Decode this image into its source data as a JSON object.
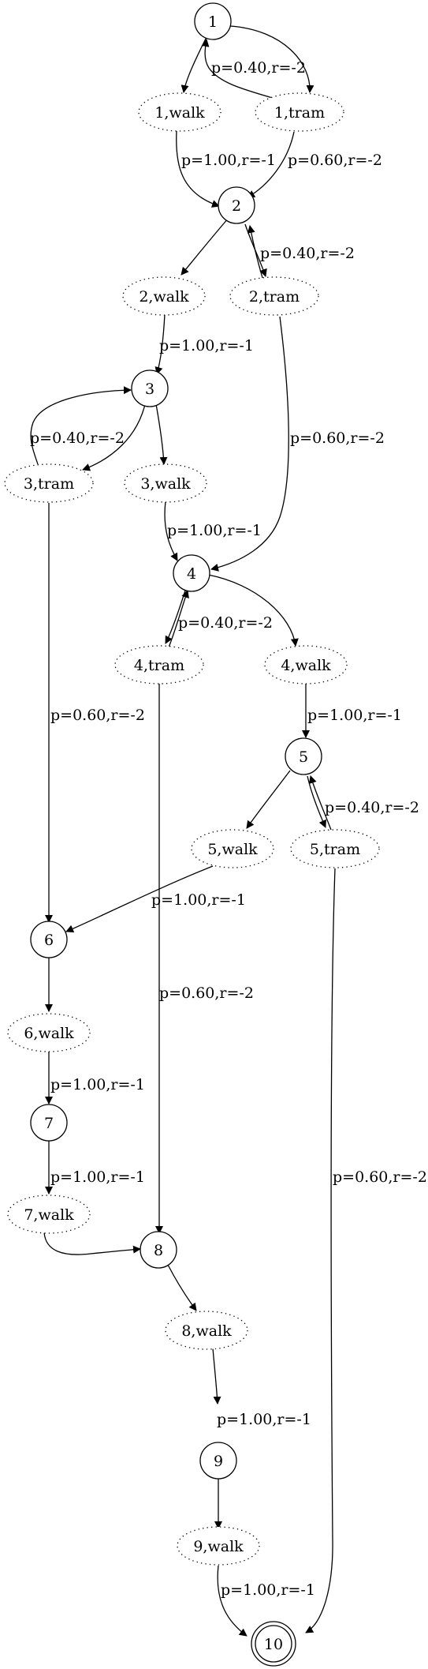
{
  "states": [
    {
      "id": "1",
      "label": "1"
    },
    {
      "id": "2",
      "label": "2"
    },
    {
      "id": "3",
      "label": "3"
    },
    {
      "id": "4",
      "label": "4"
    },
    {
      "id": "5",
      "label": "5"
    },
    {
      "id": "6",
      "label": "6"
    },
    {
      "id": "7",
      "label": "7"
    },
    {
      "id": "8",
      "label": "8"
    },
    {
      "id": "9",
      "label": "9"
    },
    {
      "id": "10",
      "label": "10",
      "terminal": true
    }
  ],
  "actions": [
    {
      "id": "1-walk",
      "label": "1,walk"
    },
    {
      "id": "1-tram",
      "label": "1,tram"
    },
    {
      "id": "2-walk",
      "label": "2,walk"
    },
    {
      "id": "2-tram",
      "label": "2,tram"
    },
    {
      "id": "3-tram",
      "label": "3,tram"
    },
    {
      "id": "3-walk",
      "label": "3,walk"
    },
    {
      "id": "4-tram",
      "label": "4,tram"
    },
    {
      "id": "4-walk",
      "label": "4,walk"
    },
    {
      "id": "5-walk",
      "label": "5,walk"
    },
    {
      "id": "5-tram",
      "label": "5,tram"
    },
    {
      "id": "6-walk",
      "label": "6,walk"
    },
    {
      "id": "7-walk",
      "label": "7,walk"
    },
    {
      "id": "8-walk",
      "label": "8,walk"
    },
    {
      "id": "9-walk",
      "label": "9,walk"
    }
  ],
  "transitions": [
    {
      "id": "1-tram-to-1",
      "from": "1,tram",
      "to": "1",
      "label": "p=0.40,r=-2"
    },
    {
      "id": "1-walk-to-2",
      "from": "1,walk",
      "to": "2",
      "label": "p=1.00,r=-1"
    },
    {
      "id": "1-tram-to-2",
      "from": "1,tram",
      "to": "2",
      "label": "p=0.60,r=-2"
    },
    {
      "id": "2-tram-to-2",
      "from": "2,tram",
      "to": "2",
      "label": "p=0.40,r=-2"
    },
    {
      "id": "2-walk-to-3",
      "from": "2,walk",
      "to": "3",
      "label": "p=1.00,r=-1"
    },
    {
      "id": "2-tram-to-4",
      "from": "2,tram",
      "to": "4",
      "label": "p=0.60,r=-2"
    },
    {
      "id": "3-tram-to-3",
      "from": "3,tram",
      "to": "3",
      "label": "p=0.40,r=-2"
    },
    {
      "id": "3-walk-to-4",
      "from": "3,walk",
      "to": "4",
      "label": "p=1.00,r=-1"
    },
    {
      "id": "4-tram-to-4",
      "from": "4,tram",
      "to": "4",
      "label": "p=0.40,r=-2"
    },
    {
      "id": "3-tram-to-6",
      "from": "3,tram",
      "to": "6",
      "label": "p=0.60,r=-2"
    },
    {
      "id": "4-walk-to-5",
      "from": "4,walk",
      "to": "5",
      "label": "p=1.00,r=-1"
    },
    {
      "id": "5-tram-to-5",
      "from": "5,tram",
      "to": "5",
      "label": "p=0.40,r=-2"
    },
    {
      "id": "5-walk-to-6",
      "from": "5,walk",
      "to": "6",
      "label": "p=1.00,r=-1"
    },
    {
      "id": "4-tram-to-8",
      "from": "4,tram",
      "to": "8",
      "label": "p=0.60,r=-2"
    },
    {
      "id": "6-walk-to-7",
      "from": "6,walk",
      "to": "7",
      "label": "p=1.00,r=-1"
    },
    {
      "id": "7-walk-to-8",
      "from": "7,walk",
      "to": "8",
      "label": "p=1.00,r=-1"
    },
    {
      "id": "5-tram-to-10",
      "from": "5,tram",
      "to": "10",
      "label": "p=0.60,r=-2"
    },
    {
      "id": "8-walk-to-9",
      "from": "8,walk",
      "to": "9",
      "label": "p=1.00,r=-1"
    },
    {
      "id": "9-walk-to-10",
      "from": "9,walk",
      "to": "10",
      "label": "p=1.00,r=-1"
    }
  ]
}
